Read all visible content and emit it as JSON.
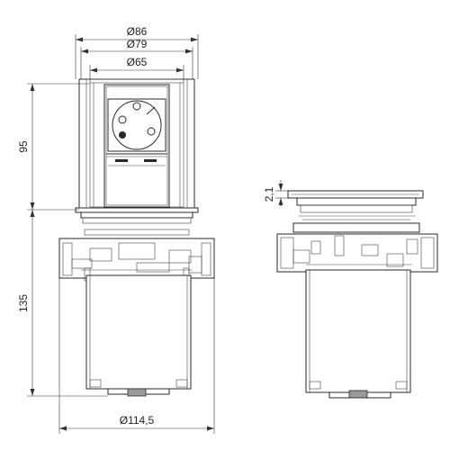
{
  "dimensions": {
    "d86": "Ø86",
    "d79": "Ø79",
    "d65": "Ø65",
    "h95": "95",
    "h135": "135",
    "d114": "Ø114,5",
    "t21": "2,1"
  }
}
